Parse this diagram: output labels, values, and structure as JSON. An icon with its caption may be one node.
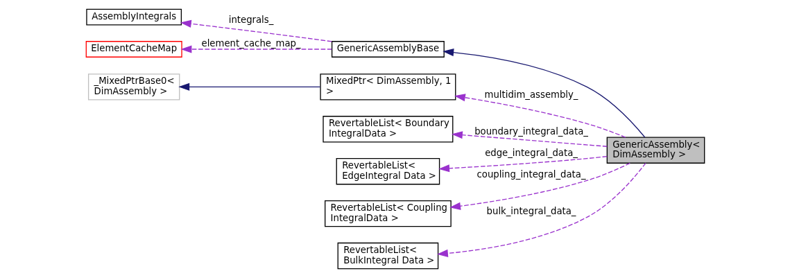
{
  "diagram": {
    "nodes": [
      {
        "text": [
          "AssemblyIntegrals"
        ]
      },
      {
        "text": [
          "ElementCacheMap"
        ]
      },
      {
        "text": [
          "GenericAssemblyBase"
        ]
      },
      {
        "text": [
          "_MixedPtrBase0< DimAssembly >"
        ]
      },
      {
        "text": [
          "MixedPtr< DimAssembly, 1 >"
        ]
      },
      {
        "text": [
          "RevertableList< Boundary IntegralData >"
        ]
      },
      {
        "text": [
          "RevertableList< EdgeIntegral Data >"
        ]
      },
      {
        "text": [
          "RevertableList< Coupling IntegralData >"
        ]
      },
      {
        "text": [
          "RevertableList< BulkIntegral Data >"
        ]
      },
      {
        "text": [
          "GenericAssembly< DimAssembly >"
        ]
      }
    ],
    "edges": [
      {
        "from": 2,
        "to": 0,
        "arrow": "to",
        "label": "integrals_",
        "style": "dashed"
      },
      {
        "from": 2,
        "to": 1,
        "arrow": "to",
        "label": "element_cache_map_",
        "style": "dashed"
      },
      {
        "from": 4,
        "to": 3,
        "arrow": "to",
        "color": "#191970"
      },
      {
        "from": 9,
        "to": 2,
        "arrow": "to",
        "color": "#191970"
      },
      {
        "from": 9,
        "to": 4,
        "arrow": "to",
        "label": "multidim_assembly_",
        "style": "dashed"
      },
      {
        "from": 9,
        "to": 5,
        "arrow": "to",
        "label": "boundary_integral_data_",
        "style": "dashed"
      },
      {
        "from": 9,
        "to": 6,
        "arrow": "to",
        "label": "edge_integral_data_",
        "style": "dashed"
      },
      {
        "from": 9,
        "to": 7,
        "arrow": "to",
        "label": "coupling_integral_data_",
        "style": "dashed"
      },
      {
        "from": 9,
        "to": 8,
        "arrow": "to",
        "label": "bulk_integral_data_",
        "style": "dashed"
      }
    ]
  }
}
